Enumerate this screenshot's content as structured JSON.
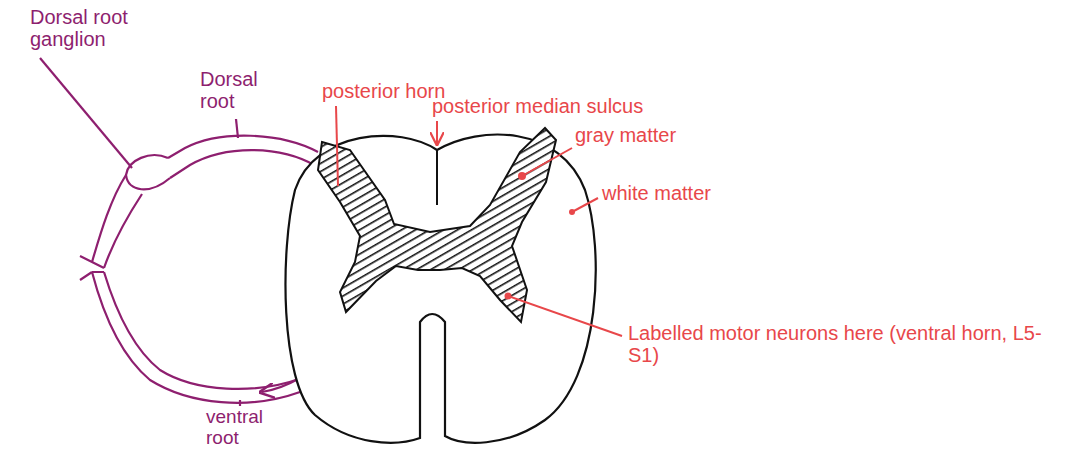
{
  "diagram": {
    "labels": [
      "Dorsal root ganglion",
      "Dorsal root",
      "ventral root",
      "posterior horn",
      "posterior median sulcus",
      "gray matter",
      "white matter",
      "Labelled motor neurons here (ventral horn, L5-S1)"
    ]
  }
}
